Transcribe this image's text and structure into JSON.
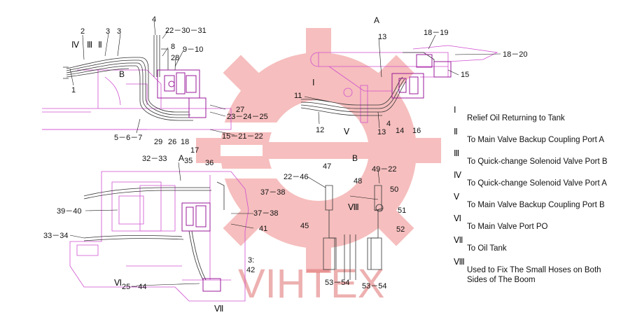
{
  "watermark": {
    "text": "VIHTEX",
    "color": "#f08a8a"
  },
  "view_labels": {
    "a": "A",
    "b_left": "B",
    "b_right": "B",
    "a_arrow": "A"
  },
  "callouts": {
    "c1": "1",
    "c2": "2",
    "c3a": "3",
    "c3b": "3",
    "c4a": "4",
    "c22_30_31": "22－30－31",
    "c8": "8",
    "c9_10": "9－10",
    "c28": "28",
    "c27": "27",
    "c23_24_25": "23－24－25",
    "c5_6_7": "5－6－7",
    "c29": "29",
    "c26": "26",
    "c18": "18",
    "c15_21_22": "15－21－22",
    "c17": "17",
    "c13a": "13",
    "c18_19": "18－19",
    "c18_20": "18－20",
    "c15": "15",
    "c11": "11",
    "c12": "12",
    "c13b": "13",
    "c4b": "4",
    "c14": "14",
    "c16": "16",
    "c32_33": "32－33",
    "c35": "35",
    "c36": "36",
    "c22_46": "22－46",
    "c47": "47",
    "c49_22": "49－22",
    "c48": "48",
    "c50": "50",
    "c37_38a": "37－38",
    "c39_40": "39－40",
    "c37_38b": "37－38",
    "c51": "51",
    "c45": "45",
    "c41": "41",
    "c52": "52",
    "c33_34": "33－34",
    "c3x": "3:",
    "c42": "42",
    "c25_44": "25－44",
    "c53_54a": "53－54",
    "c53_54b": "53－54"
  },
  "roman_labels": {
    "iv": "Ⅳ",
    "iii": "Ⅲ",
    "ii": "Ⅱ",
    "i": "Ⅰ",
    "v": "Ⅴ",
    "viii": "Ⅷ",
    "vi": "Ⅵ",
    "vii": "Ⅶ"
  },
  "legend": [
    {
      "num": "Ⅰ",
      "text": "Relief Oil Returning to Tank"
    },
    {
      "num": "Ⅱ",
      "text": "To  Main Valve Backup Coupling Port  A"
    },
    {
      "num": "Ⅲ",
      "text": "To  Quick-change Solenoid Valve Port  B"
    },
    {
      "num": "Ⅳ",
      "text": "To  Quick-change Solenoid Valve Port  A"
    },
    {
      "num": "Ⅴ",
      "text": "To  Main Valve Backup Coupling Port  B"
    },
    {
      "num": "Ⅵ",
      "text": "To  Main  Valve  Port  PO"
    },
    {
      "num": "Ⅶ",
      "text": "To  Oil  Tank"
    },
    {
      "num": "Ⅷ",
      "text": "Used to Fix The Small Hoses on Both Sides of The Boom"
    }
  ],
  "colors": {
    "outline": "#d04fd0",
    "hose": "#333333",
    "valve": "#9a1a9a",
    "logo": "#f4a0a0"
  }
}
